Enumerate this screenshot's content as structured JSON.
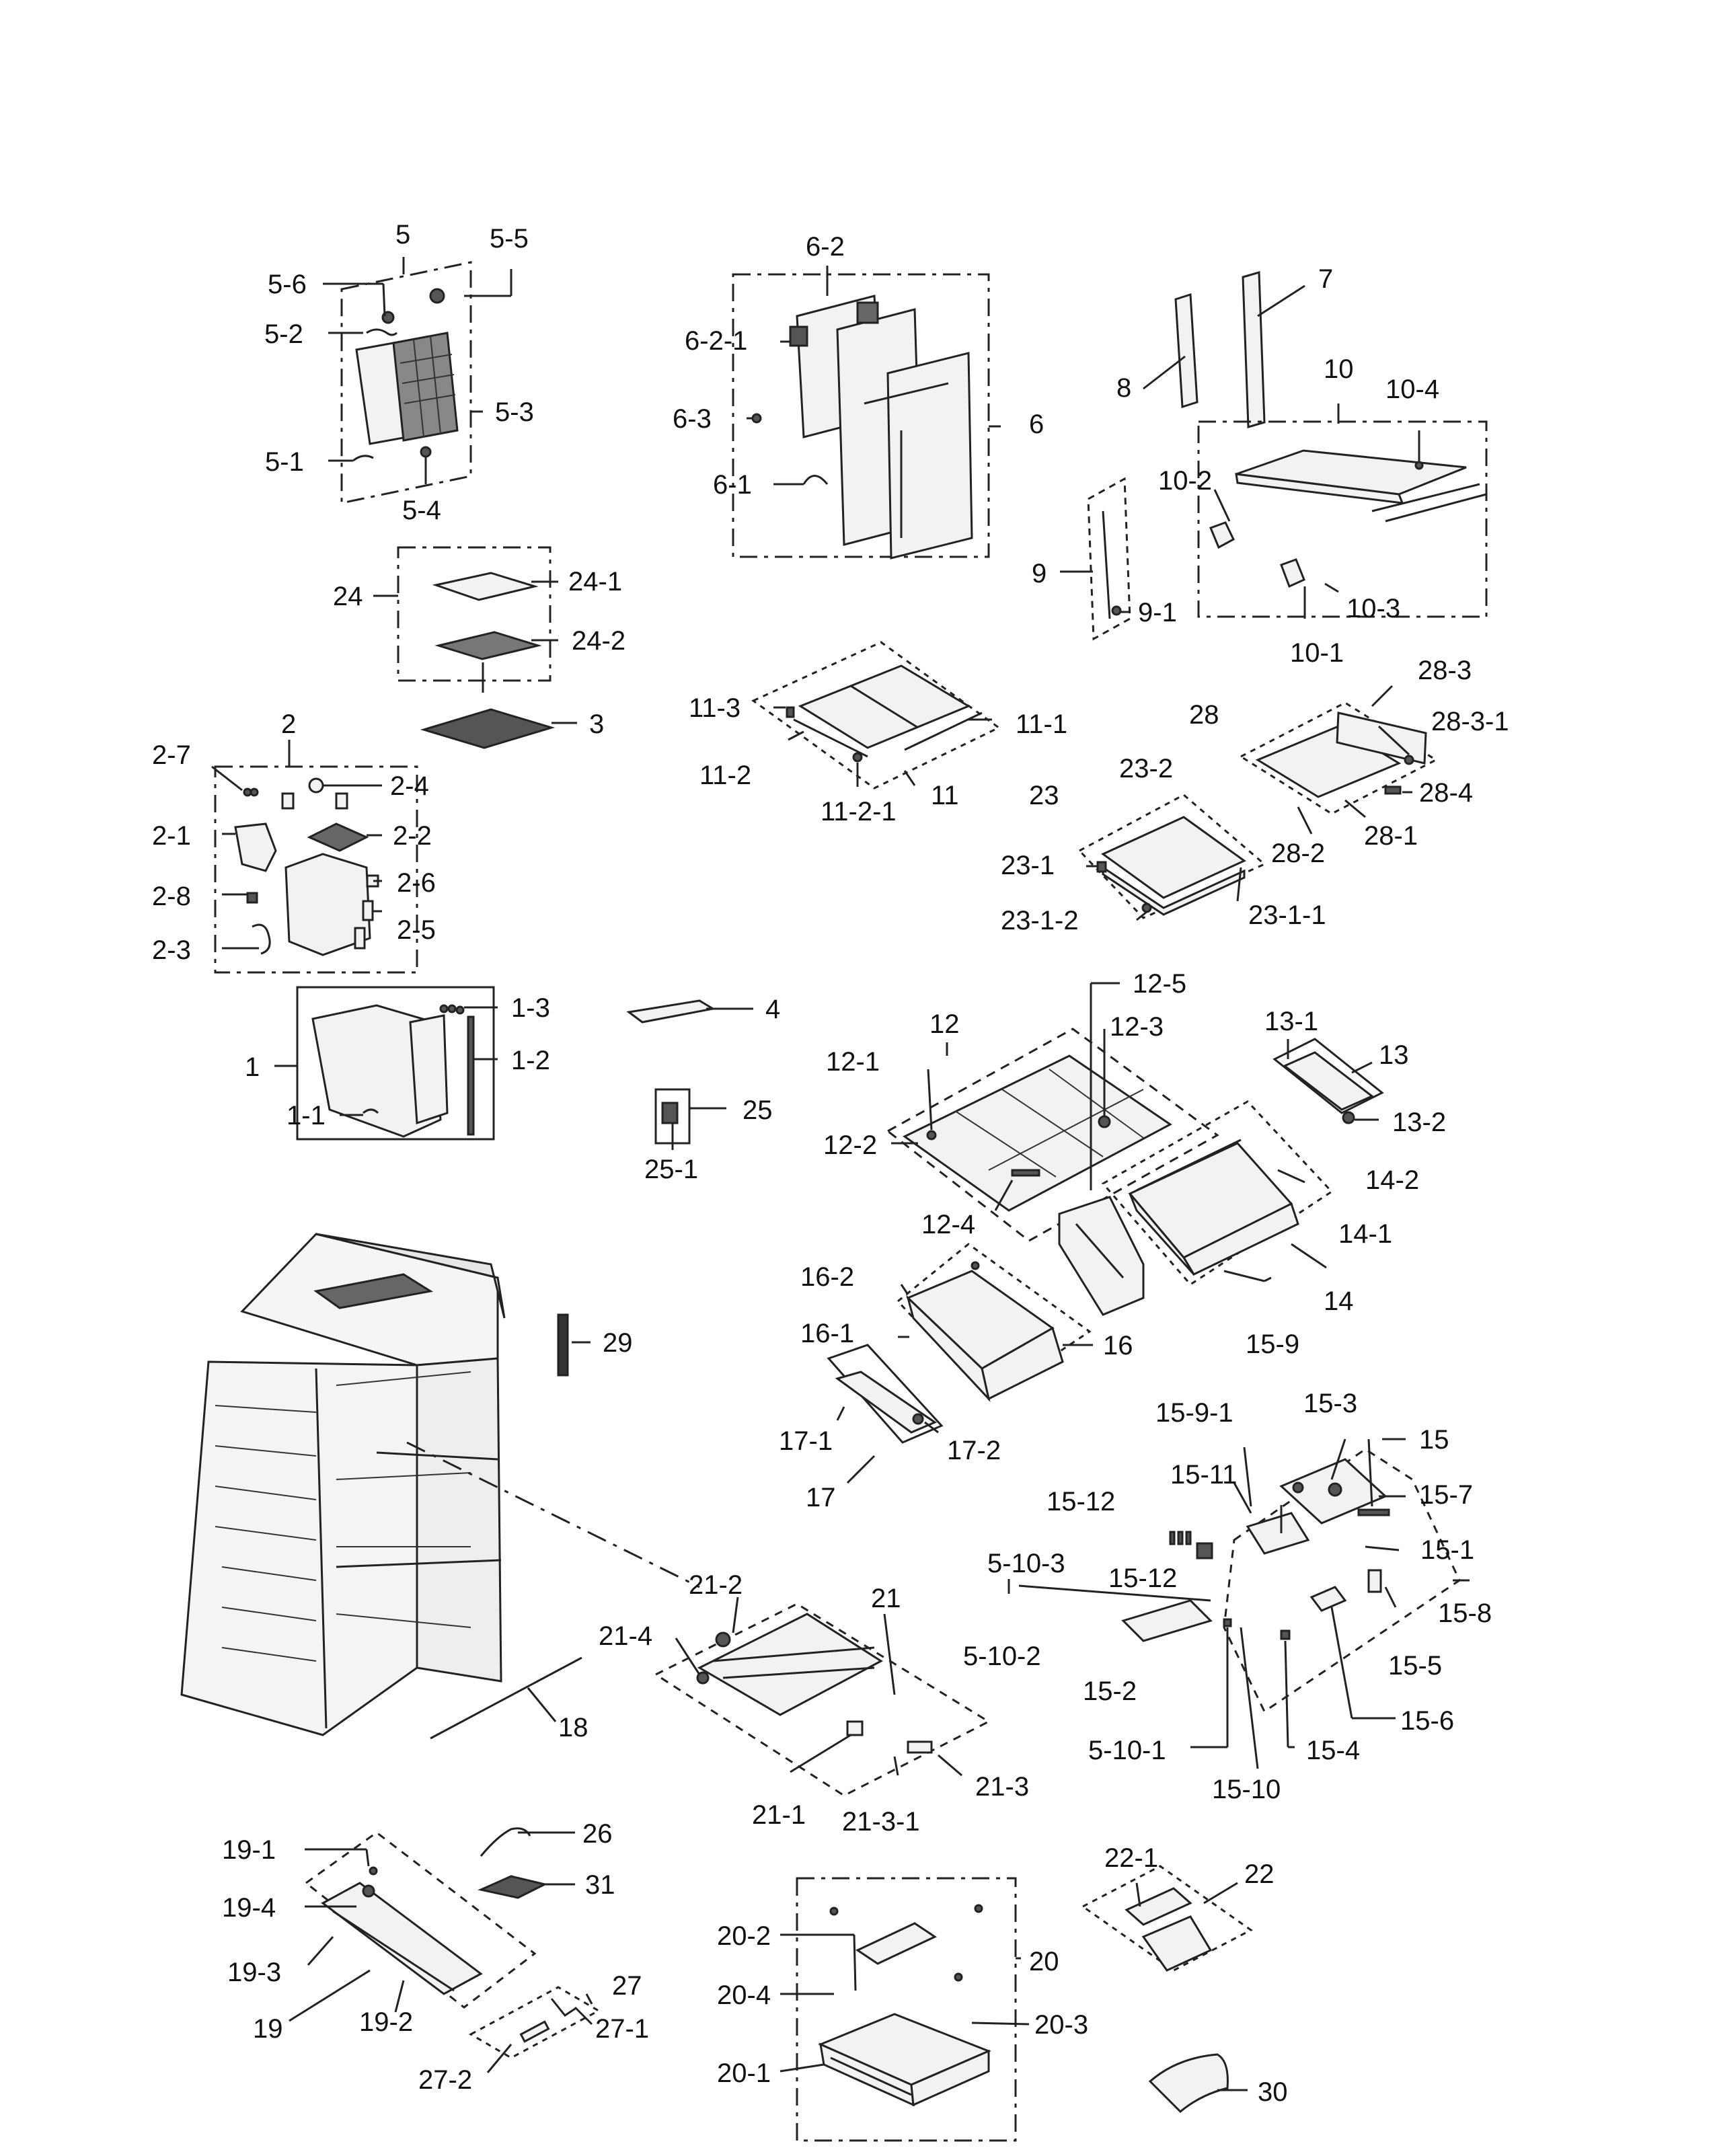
{
  "labels": {
    "l5": "5",
    "l5_5": "5-5",
    "l5_6": "5-6",
    "l5_2": "5-2",
    "l5_3": "5-3",
    "l5_1": "5-1",
    "l5_4": "5-4",
    "l6_2": "6-2",
    "l6_2_1": "6-2-1",
    "l6_3": "6-3",
    "l6": "6",
    "l6_1": "6-1",
    "l7": "7",
    "l8": "8",
    "l10": "10",
    "l10_4": "10-4",
    "l10_2": "10-2",
    "l9": "9",
    "l9_1": "9-1",
    "l10_3": "10-3",
    "l10_1": "10-1",
    "l24": "24",
    "l24_1": "24-1",
    "l24_2": "24-2",
    "l3": "3",
    "l2": "2",
    "l2_7": "2-7",
    "l2_4": "2-4",
    "l2_1": "2-1",
    "l2_2": "2-2",
    "l2_6": "2-6",
    "l2_8": "2-8",
    "l2_5": "2-5",
    "l2_3": "2-3",
    "l1": "1",
    "l1_3": "1-3",
    "l1_2": "1-2",
    "l1_1": "1-1",
    "l4": "4",
    "l25": "25",
    "l25_1": "25-1",
    "l11_3": "11-3",
    "l11_1": "11-1",
    "l11_2": "11-2",
    "l11": "11",
    "l11_2_1": "11-2-1",
    "l28_3": "28-3",
    "l28": "28",
    "l28_3_1": "28-3-1",
    "l23_2": "23-2",
    "l23": "23",
    "l28_4": "28-4",
    "l28_1": "28-1",
    "l28_2": "28-2",
    "l23_1": "23-1",
    "l23_1_1": "23-1-1",
    "l23_1_2": "23-1-2",
    "l12_5": "12-5",
    "l12": "12",
    "l12_3": "12-3",
    "l12_1": "12-1",
    "l12_2": "12-2",
    "l12_4": "12-4",
    "l13_1": "13-1",
    "l13": "13",
    "l13_2": "13-2",
    "l14_2": "14-2",
    "l14_1": "14-1",
    "l14": "14",
    "l16_2": "16-2",
    "l16_1": "16-1",
    "l16": "16",
    "l29": "29",
    "l17_1": "17-1",
    "l17_2": "17-2",
    "l17": "17",
    "l15_9": "15-9",
    "l15_9_1": "15-9-1",
    "l15_3": "15-3",
    "l15": "15",
    "l15_11": "15-11",
    "l15_7": "15-7",
    "l15_12a": "15-12",
    "l15_12b": "15-12",
    "l5_10_3": "5-10-3",
    "l15_1": "15-1",
    "l15_8": "15-8",
    "l15_5": "15-5",
    "l5_10_2": "5-10-2",
    "l15_2": "15-2",
    "l15_6": "15-6",
    "l5_10_1": "5-10-1",
    "l15_4": "15-4",
    "l15_10": "15-10",
    "l21_2": "21-2",
    "l21": "21",
    "l21_4": "21-4",
    "l18": "18",
    "l21_3": "21-3",
    "l21_1": "21-1",
    "l21_3_1": "21-3-1",
    "l19_1": "19-1",
    "l26": "26",
    "l31": "31",
    "l19_4": "19-4",
    "l19_3": "19-3",
    "l19": "19",
    "l19_2": "19-2",
    "l27": "27",
    "l27_1": "27-1",
    "l27_2": "27-2",
    "l22_1": "22-1",
    "l22": "22",
    "l20_2": "20-2",
    "l20": "20",
    "l20_4": "20-4",
    "l20_3": "20-3",
    "l20_1": "20-1",
    "l30": "30"
  }
}
